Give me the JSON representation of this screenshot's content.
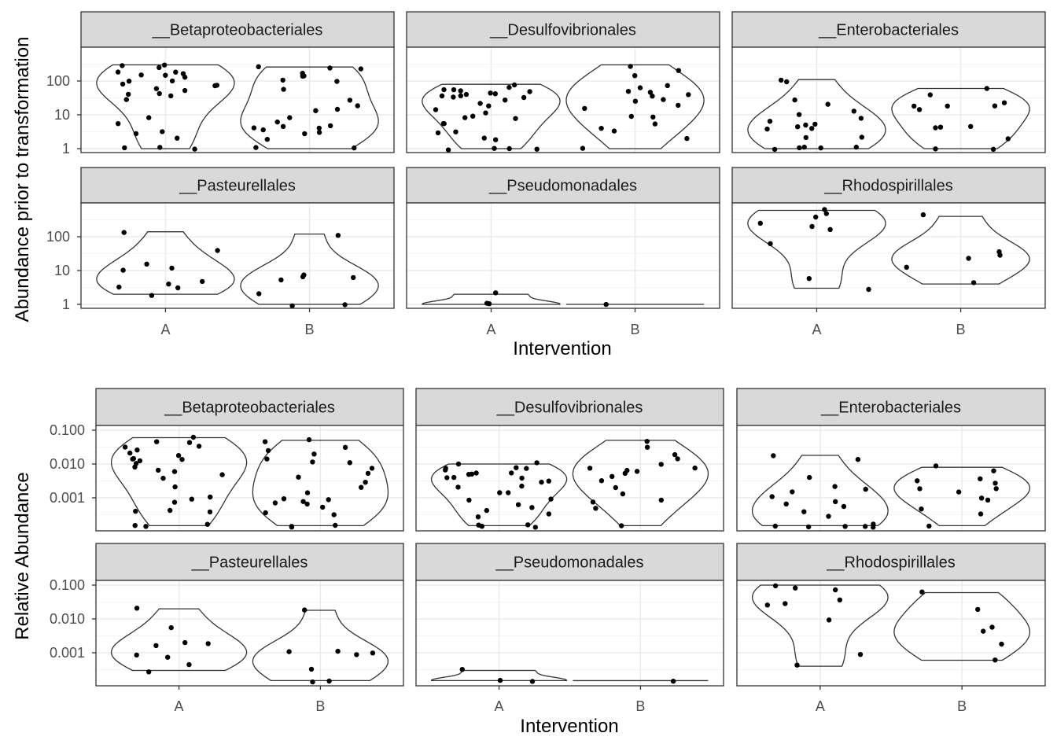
{
  "chart_data": [
    {
      "type": "violin",
      "xlabel": "Intervention",
      "ylabel": "Abundance prior to transformation",
      "y_scale": "log10",
      "y_ticks": [
        1,
        10,
        100
      ],
      "y_tick_labels": [
        "1",
        "10",
        "100"
      ],
      "x_categories": [
        "A",
        "B"
      ],
      "facets": [
        {
          "label": "__Betaproteobacteriales",
          "A": [
            300,
            270,
            250,
            200,
            180,
            160,
            150,
            140,
            120,
            100,
            90,
            80,
            80,
            70,
            60,
            50,
            45,
            40,
            35,
            30,
            8,
            6,
            3,
            3,
            2,
            1,
            1,
            1
          ],
          "B": [
            260,
            250,
            220,
            170,
            150,
            140,
            100,
            90,
            60,
            30,
            20,
            15,
            12,
            8,
            6,
            5,
            5,
            4,
            4,
            4,
            3,
            3,
            2,
            1,
            1
          ]
        },
        {
          "label": "__Desulfovibrionales",
          "A": [
            80,
            70,
            55,
            50,
            50,
            45,
            45,
            40,
            40,
            35,
            35,
            30,
            30,
            25,
            20,
            18,
            15,
            12,
            10,
            8,
            8,
            6,
            5,
            3,
            3,
            2,
            2,
            1,
            1,
            1,
            1
          ],
          "B": [
            300,
            200,
            150,
            80,
            70,
            50,
            45,
            40,
            35,
            30,
            25,
            20,
            15,
            10,
            8,
            5,
            4,
            3,
            2,
            1
          ]
        },
        {
          "label": "__Enterobacteriales",
          "A": [
            110,
            100,
            30,
            20,
            12,
            10,
            8,
            6,
            5,
            5,
            4,
            4,
            4,
            2,
            2,
            1,
            1,
            1,
            1,
            1
          ],
          "B": [
            60,
            40,
            25,
            20,
            18,
            17,
            15,
            5,
            4,
            4,
            2,
            1,
            1
          ]
        },
        {
          "label": "__Pasteurellales",
          "A": [
            140,
            40,
            15,
            12,
            10,
            5,
            4,
            3,
            3,
            2
          ],
          "B": [
            120,
            8,
            6,
            6,
            5,
            2,
            1,
            1
          ]
        },
        {
          "label": "__Pseudomonadales",
          "A": [
            2,
            1,
            1
          ],
          "B": [
            1
          ]
        },
        {
          "label": "__Rhodospirillales",
          "A": [
            600,
            500,
            350,
            250,
            180,
            150,
            60,
            6,
            3
          ],
          "B": [
            400,
            40,
            30,
            25,
            12,
            4
          ]
        }
      ]
    },
    {
      "type": "violin",
      "xlabel": "Intervention",
      "ylabel": "Relative Abundance",
      "y_scale": "log10",
      "y_ticks": [
        0.001,
        0.01,
        0.1
      ],
      "y_tick_labels": [
        "0.001",
        "0.010",
        "0.100"
      ],
      "x_categories": [
        "A",
        "B"
      ],
      "facets": [
        {
          "label": "__Betaproteobacteriales",
          "A": [
            0.06,
            0.05,
            0.04,
            0.035,
            0.03,
            0.025,
            0.02,
            0.018,
            0.015,
            0.014,
            0.013,
            0.012,
            0.01,
            0.008,
            0.007,
            0.006,
            0.005,
            0.004,
            0.002,
            0.001,
            0.0009,
            0.0008,
            0.0004,
            0.0004,
            0.0004,
            0.00015,
            0.00015,
            0.00015
          ],
          "B": [
            0.05,
            0.045,
            0.03,
            0.025,
            0.02,
            0.015,
            0.012,
            0.01,
            0.008,
            0.005,
            0.004,
            0.003,
            0.002,
            0.0015,
            0.001,
            0.0009,
            0.0008,
            0.0007,
            0.0006,
            0.0005,
            0.0004,
            0.0003,
            0.00015,
            0.00015,
            0.00015
          ]
        },
        {
          "label": "__Desulfovibrionales",
          "A": [
            0.01,
            0.009,
            0.008,
            0.007,
            0.007,
            0.006,
            0.006,
            0.005,
            0.005,
            0.005,
            0.004,
            0.004,
            0.004,
            0.003,
            0.003,
            0.002,
            0.002,
            0.0015,
            0.0015,
            0.001,
            0.0008,
            0.0006,
            0.0005,
            0.0004,
            0.0003,
            0.0003,
            0.00015,
            0.00015,
            0.00015,
            0.00015
          ],
          "B": [
            0.05,
            0.03,
            0.02,
            0.015,
            0.01,
            0.008,
            0.007,
            0.006,
            0.006,
            0.005,
            0.004,
            0.003,
            0.002,
            0.0012,
            0.0008,
            0.0007,
            0.0005,
            0.00015
          ]
        },
        {
          "label": "__Enterobacteriales",
          "A": [
            0.018,
            0.015,
            0.004,
            0.002,
            0.0018,
            0.0015,
            0.001,
            0.0008,
            0.0007,
            0.0006,
            0.0004,
            0.0003,
            0.00015,
            0.00015,
            0.00015,
            0.00015,
            0.00015,
            0.00015
          ],
          "B": [
            0.008,
            0.006,
            0.004,
            0.003,
            0.0025,
            0.002,
            0.002,
            0.0015,
            0.0009,
            0.0008,
            0.0005,
            0.0003,
            0.00015
          ]
        },
        {
          "label": "__Pasteurellales",
          "A": [
            0.02,
            0.006,
            0.002,
            0.0018,
            0.0015,
            0.0008,
            0.0007,
            0.0004,
            0.0003
          ],
          "B": [
            0.018,
            0.0012,
            0.001,
            0.0009,
            0.0008,
            0.0003,
            0.00015,
            0.00015
          ]
        },
        {
          "label": "__Pseudomonadales",
          "A": [
            0.0003,
            0.00015,
            0.00015
          ],
          "B": [
            0.00015
          ]
        },
        {
          "label": "__Rhodospirillales",
          "A": [
            0.1,
            0.09,
            0.08,
            0.04,
            0.03,
            0.025,
            0.009,
            0.0009,
            0.0004
          ],
          "B": [
            0.06,
            0.02,
            0.006,
            0.004,
            0.0018,
            0.0006
          ]
        }
      ]
    }
  ]
}
